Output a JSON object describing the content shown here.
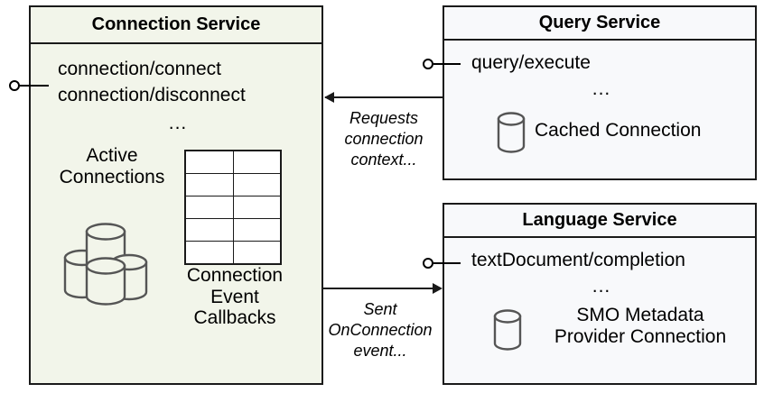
{
  "diagram": {
    "type": "uml-component-diagram",
    "background": "#ffffff",
    "colors": {
      "connection_service_fill": "#f2f5ea",
      "service_fill": "#f8f9fb",
      "stroke": "#1a1a1a",
      "icon_stroke": "#555555"
    }
  },
  "connection_service": {
    "title": "Connection Service",
    "operations": [
      "connection/connect",
      "connection/disconnect"
    ],
    "ellipsis": "...",
    "active_connections_label": "Active\nConnections",
    "callbacks_label": "Connection\nEvent\nCallbacks",
    "table": {
      "rows": 5,
      "columns": 2
    }
  },
  "query_service": {
    "title": "Query Service",
    "operations": [
      "query/execute"
    ],
    "ellipsis": "...",
    "database_label": "Cached Connection"
  },
  "language_service": {
    "title": "Language Service",
    "operations": [
      "textDocument/completion"
    ],
    "ellipsis": "...",
    "database_label": "SMO Metadata\nProvider Connection"
  },
  "arrows": [
    {
      "id": "query-to-connection",
      "label": "Requests\nconnection\ncontext...",
      "direction": "left"
    },
    {
      "id": "connection-to-language",
      "label": "Sent\nOnConnection\nevent...",
      "direction": "right"
    }
  ]
}
